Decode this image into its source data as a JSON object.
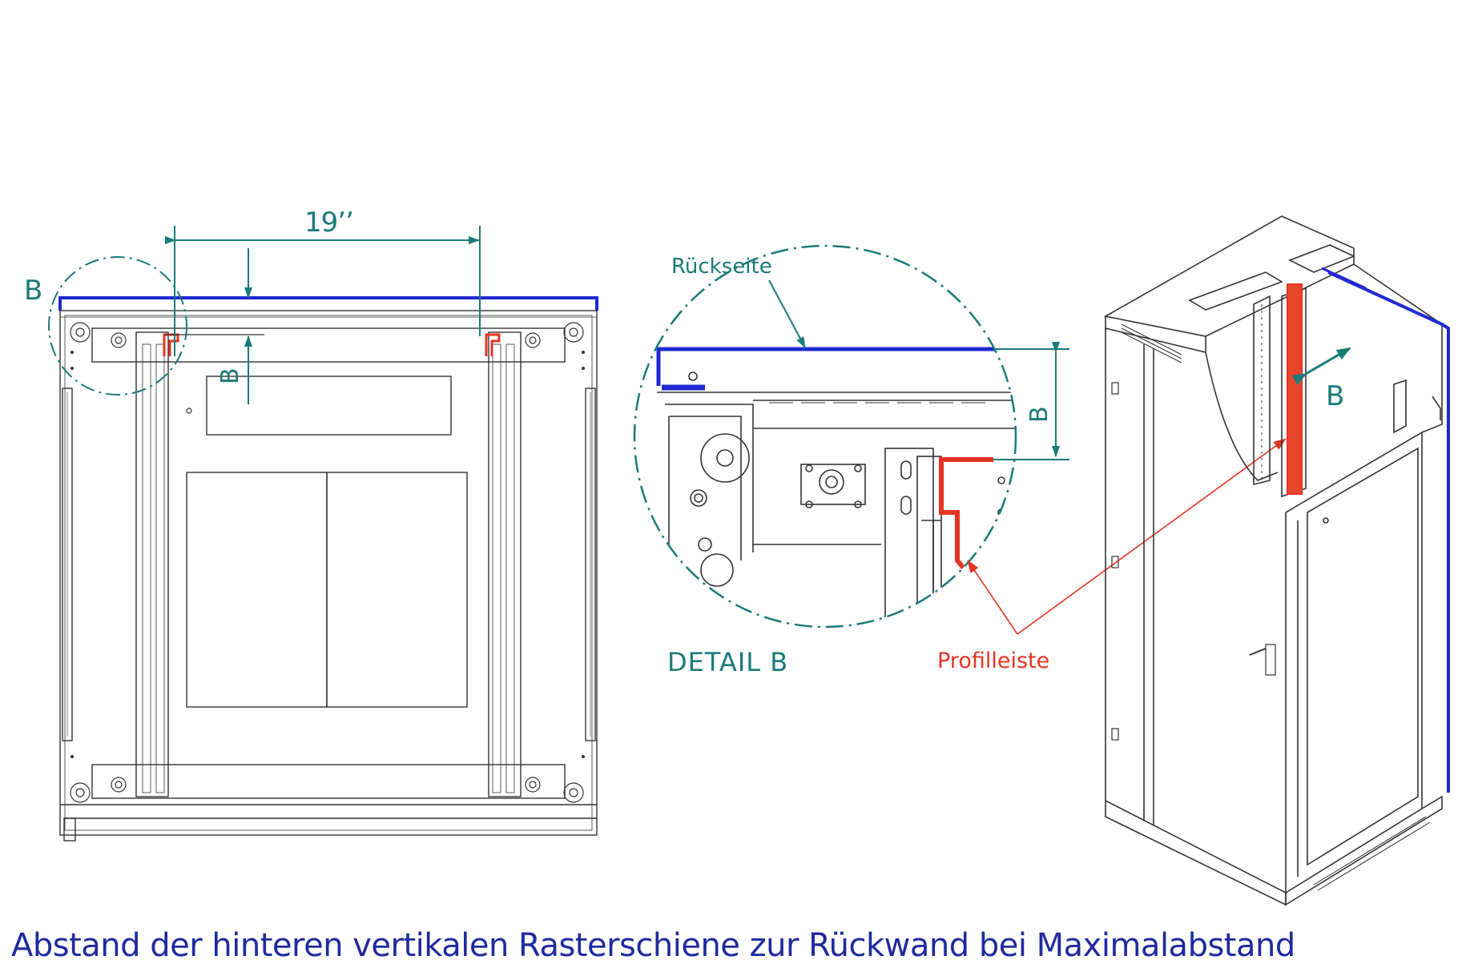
{
  "labels": {
    "dimension_19": "19’’",
    "detail_marker_b": "B",
    "dimension_b_top": "B",
    "rueckseite": "Rückseite",
    "dimension_b_detail": "B",
    "detail_title": "DETAIL B",
    "profilleiste": "Profilleiste",
    "direction_b": "B"
  },
  "caption": "Abstand der hinteren vertikalen Rasterschiene zur Rückwand bei Maximalabstand",
  "colors": {
    "dimension": "#1a7a78",
    "rear_wall": "#1f2ad0",
    "profile": "#e53422",
    "caption": "#1f2a9e",
    "drawing": "#333333"
  }
}
